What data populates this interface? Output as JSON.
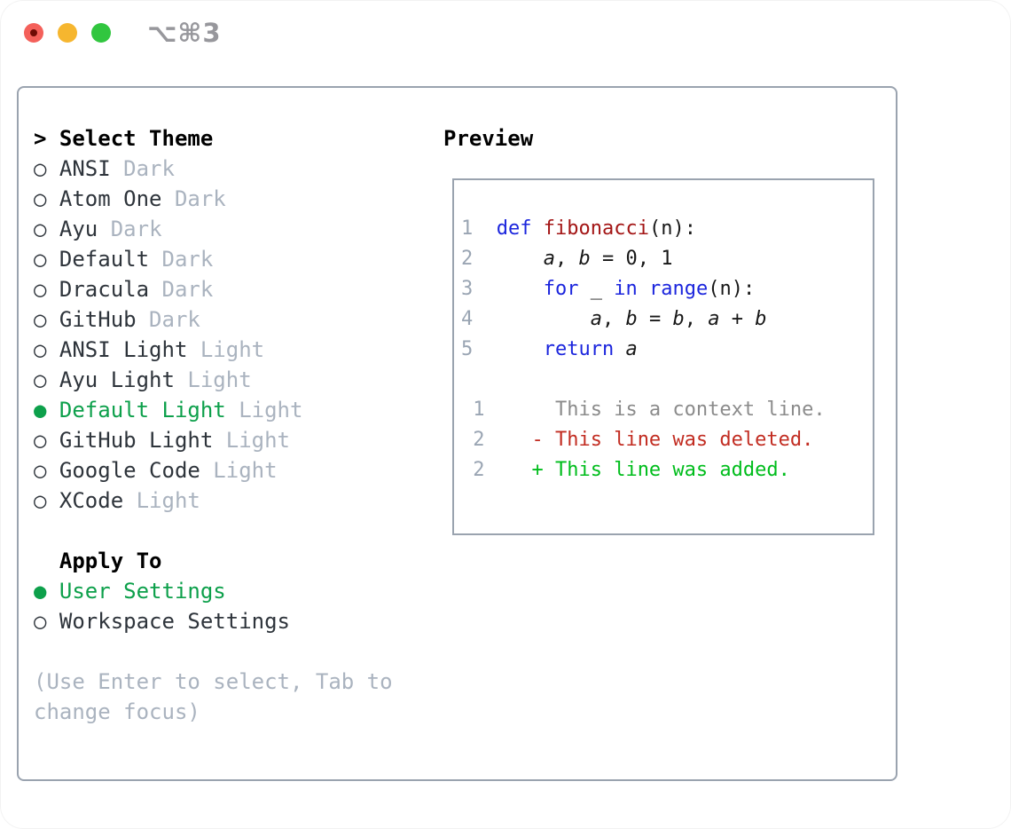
{
  "titlebar": {
    "shortcut": "⌥⌘3",
    "buttons": [
      "close",
      "minimize",
      "zoom"
    ]
  },
  "theme_picker": {
    "header_prefix": ">",
    "header": "Select Theme",
    "bullet_unselected": "○",
    "bullet_selected": "●",
    "items": [
      {
        "name": "ANSI",
        "variant": "Dark",
        "selected": false
      },
      {
        "name": "Atom One",
        "variant": "Dark",
        "selected": false
      },
      {
        "name": "Ayu",
        "variant": "Dark",
        "selected": false
      },
      {
        "name": "Default",
        "variant": "Dark",
        "selected": false
      },
      {
        "name": "Dracula",
        "variant": "Dark",
        "selected": false
      },
      {
        "name": "GitHub",
        "variant": "Dark",
        "selected": false
      },
      {
        "name": "ANSI Light",
        "variant": "Light",
        "selected": false
      },
      {
        "name": "Ayu Light",
        "variant": "Light",
        "selected": false
      },
      {
        "name": "Default Light",
        "variant": "Light",
        "selected": true
      },
      {
        "name": "GitHub Light",
        "variant": "Light",
        "selected": false
      },
      {
        "name": "Google Code",
        "variant": "Light",
        "selected": false
      },
      {
        "name": "XCode",
        "variant": "Light",
        "selected": false
      }
    ],
    "apply_to": {
      "label": "Apply To",
      "options": [
        {
          "label": "User Settings",
          "selected": true
        },
        {
          "label": "Workspace Settings",
          "selected": false
        }
      ]
    },
    "hint_lines": [
      "(Use Enter to select, Tab to",
      "change focus)"
    ]
  },
  "preview": {
    "label": "Preview",
    "lines": [
      [
        [
          "num",
          "1  "
        ],
        [
          "kw",
          "def"
        ],
        [
          "pl",
          " "
        ],
        [
          "fn",
          "fibonacci"
        ],
        [
          "pl",
          "(n):"
        ]
      ],
      [
        [
          "num",
          "2  "
        ],
        [
          "pl",
          "    "
        ],
        [
          "va",
          "a"
        ],
        [
          "pl",
          ", "
        ],
        [
          "va",
          "b"
        ],
        [
          "pl",
          " = 0, 1"
        ]
      ],
      [
        [
          "num",
          "3  "
        ],
        [
          "pl",
          "    "
        ],
        [
          "kw",
          "for"
        ],
        [
          "pl",
          " _ "
        ],
        [
          "kw",
          "in"
        ],
        [
          "pl",
          " "
        ],
        [
          "kw",
          "range"
        ],
        [
          "pl",
          "(n):"
        ]
      ],
      [
        [
          "num",
          "4  "
        ],
        [
          "pl",
          "        "
        ],
        [
          "va",
          "a"
        ],
        [
          "pl",
          ", "
        ],
        [
          "va",
          "b"
        ],
        [
          "pl",
          " = "
        ],
        [
          "va",
          "b"
        ],
        [
          "pl",
          ", "
        ],
        [
          "va",
          "a"
        ],
        [
          "pl",
          " + "
        ],
        [
          "va",
          "b"
        ]
      ],
      [
        [
          "num",
          "5  "
        ],
        [
          "pl",
          "    "
        ],
        [
          "kw",
          "return"
        ],
        [
          "pl",
          " "
        ],
        [
          "va",
          "a"
        ]
      ],
      [],
      [
        [
          "num",
          " 1"
        ],
        [
          "ctx",
          "      This is a context line."
        ]
      ],
      [
        [
          "num",
          " 2"
        ],
        [
          "pl",
          "    "
        ],
        [
          "del",
          "- This line was deleted."
        ]
      ],
      [
        [
          "num",
          " 2"
        ],
        [
          "pl",
          "    "
        ],
        [
          "add",
          "+ This line was added."
        ]
      ]
    ]
  },
  "colors": {
    "border": "#9aa3af",
    "dark_text": "#2e343b",
    "muted_text": "#aab3bf",
    "selection_green": "#0da04b",
    "line_number": "#9aa5b3",
    "keyword_blue": "#1b25dd",
    "function_red": "#a31515",
    "code_text": "#181818",
    "context_gray": "#8b8b8b",
    "deleted_red": "#c22d22",
    "added_green": "#00bd1c",
    "traffic_red": "#f4605a",
    "traffic_red_dot": "#6e0b05",
    "traffic_yellow": "#f6b62f",
    "traffic_green": "#31c63f",
    "shortcut_gray": "#97979c"
  }
}
